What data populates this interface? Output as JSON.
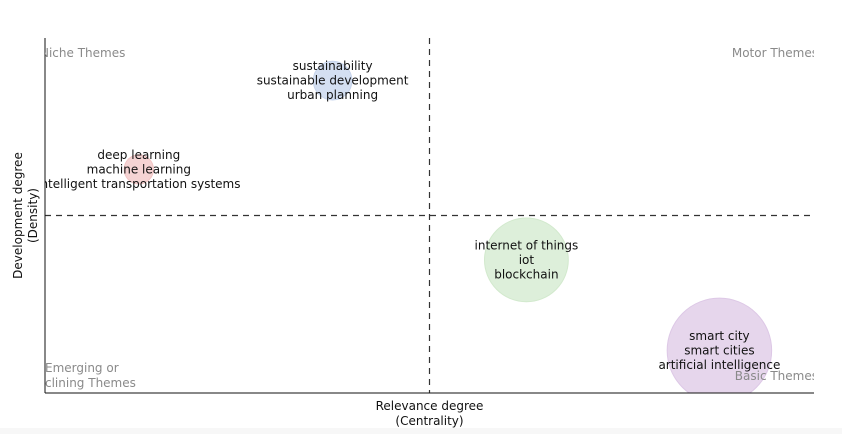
{
  "chart_data": {
    "type": "scatter",
    "title": "",
    "xlabel": [
      "Relevance degree",
      "(Centrality)"
    ],
    "ylabel": [
      "Development degree",
      "(Density)"
    ],
    "xlim": [
      0,
      1
    ],
    "ylim": [
      0,
      1
    ],
    "divider_x": 0.5,
    "divider_y": 0.5,
    "grid": false,
    "quadrants": {
      "top_left": "Niche Themes",
      "top_right": "Motor Themes",
      "bottom_left": [
        "Emerging or",
        "clining Themes"
      ],
      "bottom_right": "Basic Themes"
    },
    "points": [
      {
        "x": 0.374,
        "y": 0.88,
        "size": 0.22,
        "color": "#c6d4ec",
        "labels": [
          "sustainability",
          "sustainable development",
          "urban planning"
        ]
      },
      {
        "x": 0.122,
        "y": 0.63,
        "size": 0.12,
        "color": "#f2c4c4",
        "labels": [
          "deep learning",
          "machine learning",
          "intelligent transportation systems"
        ]
      },
      {
        "x": 0.626,
        "y": 0.375,
        "size": 0.7,
        "color": "#d2e9cd",
        "labels": [
          "internet of things",
          "iot",
          "blockchain"
        ]
      },
      {
        "x": 0.877,
        "y": 0.12,
        "size": 0.92,
        "color": "#ddc8e6",
        "labels": [
          "smart city",
          "smart cities",
          "artificial intelligence"
        ]
      }
    ]
  }
}
